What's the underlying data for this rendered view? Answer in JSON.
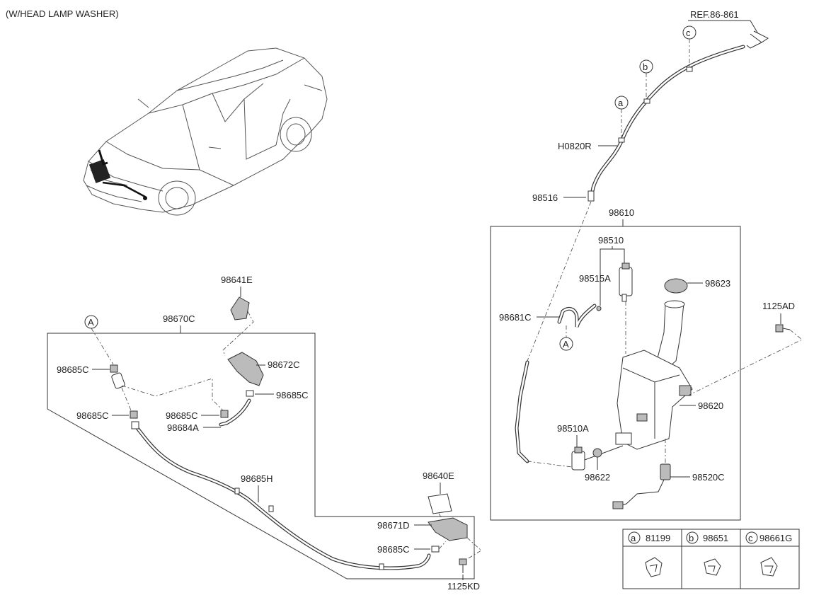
{
  "header": {
    "title": "(W/HEAD LAMP WASHER)"
  },
  "labels": {
    "ref": "REF.86-861",
    "h0820r": "H0820R",
    "p98516": "98516",
    "p98610": "98610",
    "p98510": "98510",
    "p98515a": "98515A",
    "p98623": "98623",
    "p98681c": "98681C",
    "p1125ad": "1125AD",
    "p98620": "98620",
    "p98510a": "98510A",
    "p98622": "98622",
    "p98520c": "98520C",
    "p98641e": "98641E",
    "p98670c": "98670C",
    "p98685c_1": "98685C",
    "p98672c": "98672C",
    "p98685c_2": "98685C",
    "p98685c_3": "98685C",
    "p98685c_4": "98685C",
    "p98684a": "98684A",
    "p98685h": "98685H",
    "p98640e": "98640E",
    "p98671d": "98671D",
    "p98685c_5": "98685C",
    "p1125kd": "1125KD"
  },
  "callouts": {
    "a": "a",
    "b": "b",
    "c": "c",
    "A": "A"
  },
  "legend": [
    {
      "letter": "a",
      "part": "81199"
    },
    {
      "letter": "b",
      "part": "98651"
    },
    {
      "letter": "c",
      "part": "98661G"
    }
  ]
}
